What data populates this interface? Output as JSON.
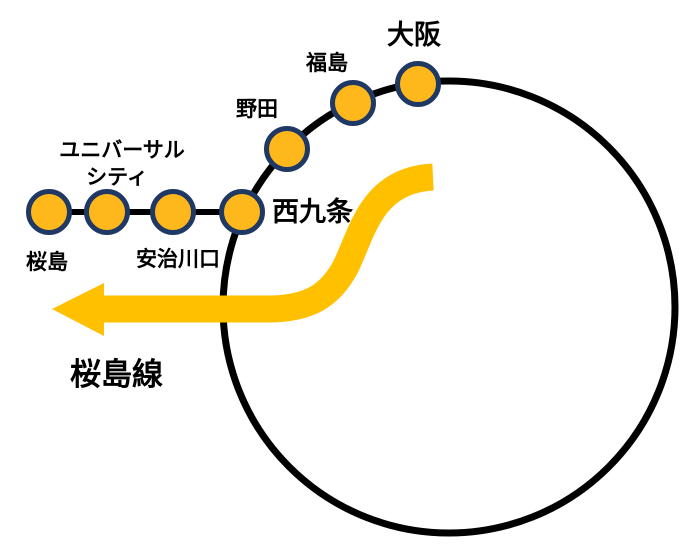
{
  "stations": {
    "osaka": "大阪",
    "fukushima": "福島",
    "noda": "野田",
    "nishikujo": "西九条",
    "universal_city": {
      "full": "ユニバーサルシティ",
      "line1": "ユニバーサル",
      "line2": "シティ"
    },
    "ajikawaguchi": "安治川口",
    "sakurajima": "桜島"
  },
  "branch_line": {
    "label": "桜島線",
    "station_order": [
      "桜島",
      "ユニバーサルシティ",
      "安治川口",
      "西九条"
    ]
  },
  "loop_line": {
    "stations_shown": [
      "西九条",
      "野田",
      "福島",
      "大阪"
    ]
  },
  "colors": {
    "station_fill": "#FFB81C",
    "station_border": "#1F3864",
    "track": "#000000",
    "arrow": "#FFC000",
    "text": "#000000"
  }
}
